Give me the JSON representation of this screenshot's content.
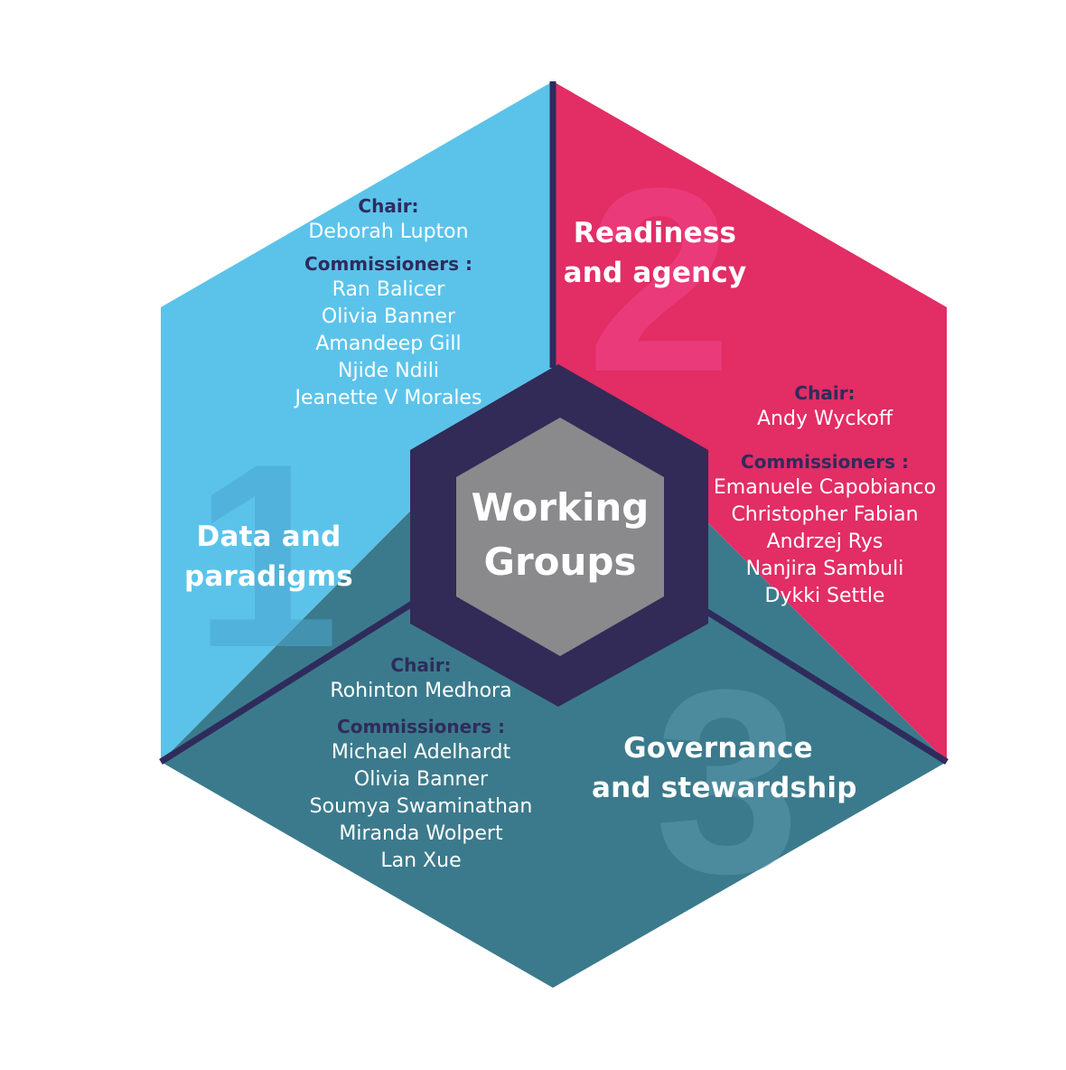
{
  "center": {
    "line1": "Working",
    "line2": "Groups"
  },
  "groups": [
    {
      "number": "1",
      "title_line1": "Data and",
      "title_line2": "paradigms",
      "chair_label": "Chair:",
      "chair": "Deborah Lupton",
      "commissioners_label": "Commissioners :",
      "commissioners": [
        "Ran Balicer",
        "Olivia Banner",
        "Amandeep Gill",
        "Njide Ndili",
        "Jeanette V Morales"
      ]
    },
    {
      "number": "2",
      "title_line1": "Readiness",
      "title_line2": "and agency",
      "chair_label": "Chair:",
      "chair": "Andy Wyckoff",
      "commissioners_label": "Commissioners :",
      "commissioners": [
        "Emanuele Capobianco",
        "Christopher Fabian",
        "Andrzej Rys",
        "Nanjira Sambuli",
        "Dykki Settle"
      ]
    },
    {
      "number": "3",
      "title_line1": "Governance",
      "title_line2": "and stewardship",
      "chair_label": "Chair:",
      "chair": "Rohinton Medhora",
      "commissioners_label": "Commissioners :",
      "commissioners": [
        "Michael Adelhardt",
        "Olivia Banner",
        "Soumya Swaminathan",
        "Miranda Wolpert",
        "Lan Xue"
      ]
    }
  ],
  "colors": {
    "group1": "#5bc3ea",
    "group2": "#e22d65",
    "group3": "#3b7a8c",
    "divider": "#2f2b5c",
    "center_fill": "#8a898c",
    "center_ring": "#322a57"
  }
}
